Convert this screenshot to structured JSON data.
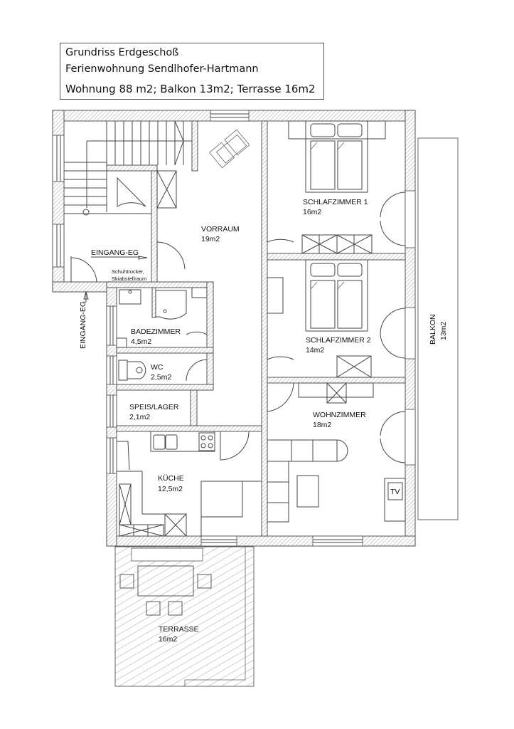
{
  "title_block": {
    "line1": "Grundriss Erdgeschoß",
    "line2": "Ferienwohnung Sendlhofer-Hartmann",
    "line3": "Wohnung 88 m2; Balkon 13m2; Terrasse 16m2"
  },
  "rooms": {
    "vorraum": {
      "name": "VORRAUM",
      "area": "19m2"
    },
    "eingang": {
      "name": "EINGANG-EG"
    },
    "schuhtrocker": {
      "line1": "Schuhtrocker,",
      "line2": "Skiabstellraum"
    },
    "eingang_vertical": {
      "name": "EINGANG-EG"
    },
    "badezimmer": {
      "name": "BADEZIMMER",
      "area": "4,5m2"
    },
    "wc": {
      "name": "WC",
      "area": "2,5m2"
    },
    "speis": {
      "name": "SPEIS/LAGER",
      "area": "2,1m2"
    },
    "kueche": {
      "name": "KÜCHE",
      "area": "12,5m2"
    },
    "schlafzimmer1": {
      "name": "SCHLAFZIMMER 1",
      "area": "16m2"
    },
    "schlafzimmer2": {
      "name": "SCHLAFZIMMER 2",
      "area": "14m2"
    },
    "wohnzimmer": {
      "name": "WOHNZIMMER",
      "area": "18m2"
    },
    "balkon": {
      "name": "BALKON",
      "area": "13m2"
    },
    "terrasse": {
      "name": "TERRASSE",
      "area": "16m2"
    }
  },
  "furniture": {
    "tv_label": "TV"
  },
  "colors": {
    "line": "#444444",
    "hatch": "#888888",
    "background": "#ffffff"
  }
}
